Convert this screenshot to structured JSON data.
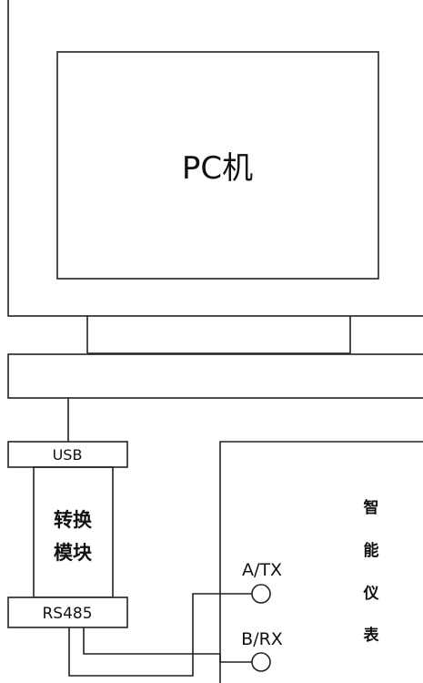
{
  "pc": {
    "label": "PC机"
  },
  "module": {
    "usb_label": "USB",
    "name_line1": "转换",
    "name_line2": "模块",
    "rs485_label": "RS485"
  },
  "meter": {
    "terminal_a": "A/TX",
    "terminal_b": "B/RX",
    "name_chars": [
      "智",
      "能",
      "仪",
      "表"
    ]
  }
}
